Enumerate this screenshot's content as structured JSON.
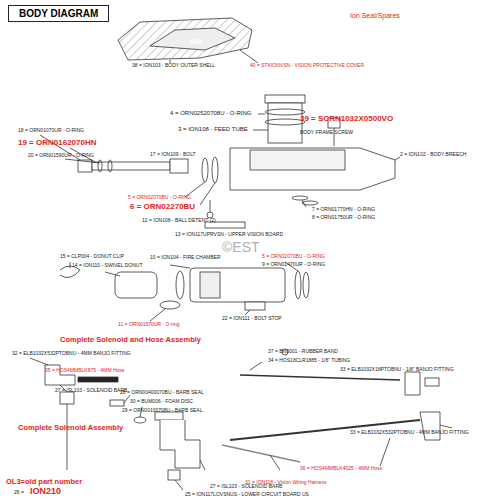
{
  "diagram": {
    "title": "BODY DIAGRAM",
    "labels": [
      "Ion Seal/Spares",
      "38 = ION103 - BODY OUTER SHELL",
      "40 = STKIONVSN - VISION PROTECTIVE COVER",
      "4 = ORN02520708U - O-RING",
      "3 = ION108 - FEED TUBE",
      "39 = SCRN1032X0500VO",
      "BODY FRAME SCREW",
      "18 = ORN01070UR - O-RING",
      "19 = ORN0162070HN",
      "20 = ORN01590UR - O-RING",
      "17 = ION109 - BOLT",
      "2 = ION102 - BODY BREECH",
      "5 = ORN02070BU - O-RING",
      "6 = ORN02270BU",
      "12 = ION108 - BALL DETENT (2)",
      "7 = ORN01770HN - O-RING",
      "8 = ORN01750UR - O-RING",
      "13 = ION117UPRVSN - UPPER VISION BOARD",
      "15 = CLP004 - DONUT CLIP",
      "14 = ION110 - SWIVEL DONUT",
      "10 = ION104 - FIRE CHAMBER",
      "5 = ORN02070BU - O-RING",
      "9 = ORN01470UR - O-RING",
      "22 = ION111 - BOLT STOP",
      "11 = ORN01570UR - O-ring",
      "Complete Solenoid and Hose Assembly",
      "37 = BN0001 - RUBBER BAND",
      "32 = ELB1032X532PTOBNU - 4MM BANJO FITTING",
      "34 = HOS18CLR1885 - 1/8\" TUBING",
      "33 = ELB1032X18PTOBNU - 1/8\" BANJO FITTING",
      "35 = HOS4MMBLK875 - 4MM Hose",
      "27 = ISL103 - SOLENOID BARB",
      "28 = ORN00400070BU - BARB SEAL",
      "30 = BUM006 - FOAM DISC",
      "29 = ORN00100708U - BARB SEAL",
      "33 = ELB1032X532PTOBNU - 4MM BANJO FITTING",
      "Complete Solenoid Assembly",
      "OL3=old part number",
      "26 =",
      "ION210",
      "36 = HOS4MMBLK4025 - 4MM Hose",
      "31 = ION118 - Vision Wiring Harness",
      "25 = ION117LOVSNUS - LOWER CIRCUIT BOARD US",
      "27 = ISL103 - SOLENOID BARB",
      "©EST",
      "ION"
    ]
  }
}
